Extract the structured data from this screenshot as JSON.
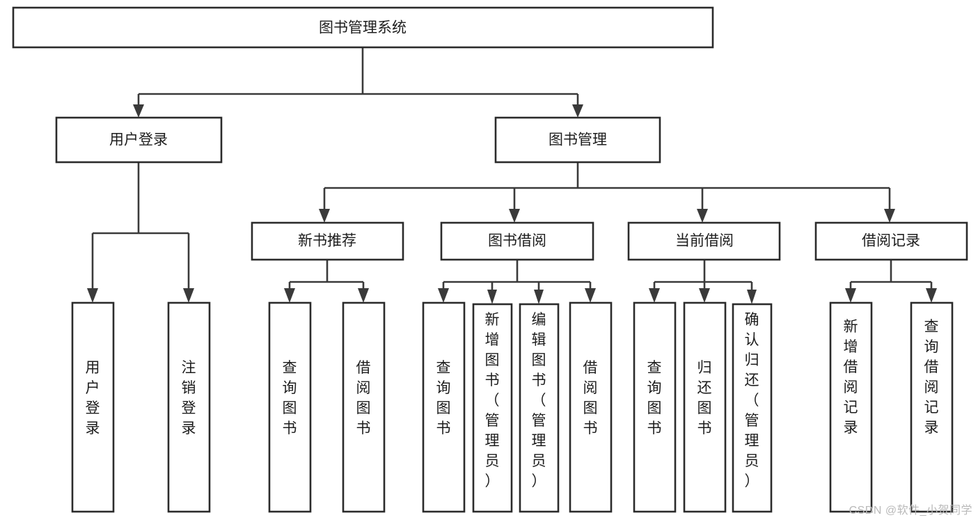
{
  "diagram": {
    "type": "tree-hierarchy",
    "title": "图书管理系统",
    "colors": {
      "box_fill": "#ffffff",
      "box_stroke": "#2b2b2b",
      "connector": "#3a3a3a",
      "text": "#1d1d1d",
      "watermark": "#b9b9b9"
    },
    "root": {
      "label": "图书管理系统",
      "orientation": "horizontal"
    },
    "level2": [
      {
        "id": "user-login",
        "label": "用户登录",
        "orientation": "horizontal"
      },
      {
        "id": "book-management",
        "label": "图书管理",
        "orientation": "horizontal"
      }
    ],
    "level3": [
      {
        "id": "new-book-recommend",
        "label": "新书推荐",
        "orientation": "horizontal",
        "parent": "book-management"
      },
      {
        "id": "book-borrow",
        "label": "图书借阅",
        "orientation": "horizontal",
        "parent": "book-management"
      },
      {
        "id": "current-borrow",
        "label": "当前借阅",
        "orientation": "horizontal",
        "parent": "book-management"
      },
      {
        "id": "borrow-record",
        "label": "借阅记录",
        "orientation": "horizontal",
        "parent": "book-management"
      }
    ],
    "leaves": [
      {
        "id": "leaf-user-login",
        "label": "用户登录",
        "parent": "user-login",
        "orientation": "vertical"
      },
      {
        "id": "leaf-logout",
        "label": "注销登录",
        "parent": "user-login",
        "orientation": "vertical"
      },
      {
        "id": "leaf-query-book-1",
        "label": "查询图书",
        "parent": "new-book-recommend",
        "orientation": "vertical"
      },
      {
        "id": "leaf-borrow-book-1",
        "label": "借阅图书",
        "parent": "new-book-recommend",
        "orientation": "vertical"
      },
      {
        "id": "leaf-query-book-2",
        "label": "查询图书",
        "parent": "book-borrow",
        "orientation": "vertical"
      },
      {
        "id": "leaf-add-book",
        "label": "新增图书（管理员）",
        "parent": "book-borrow",
        "orientation": "vertical"
      },
      {
        "id": "leaf-edit-book",
        "label": "编辑图书（管理员）",
        "parent": "book-borrow",
        "orientation": "vertical"
      },
      {
        "id": "leaf-borrow-book-2",
        "label": "借阅图书",
        "parent": "book-borrow",
        "orientation": "vertical"
      },
      {
        "id": "leaf-query-book-3",
        "label": "查询图书",
        "parent": "current-borrow",
        "orientation": "vertical"
      },
      {
        "id": "leaf-return-book",
        "label": "归还图书",
        "parent": "current-borrow",
        "orientation": "vertical"
      },
      {
        "id": "leaf-confirm-return",
        "label": "确认归还（管理员）",
        "parent": "current-borrow",
        "orientation": "vertical"
      },
      {
        "id": "leaf-add-record",
        "label": "新增借阅记录",
        "parent": "borrow-record",
        "orientation": "vertical"
      },
      {
        "id": "leaf-query-record",
        "label": "查询借阅记录",
        "parent": "borrow-record",
        "orientation": "vertical"
      }
    ]
  },
  "watermark": {
    "text": "CSDN @软件_小贺同学"
  }
}
